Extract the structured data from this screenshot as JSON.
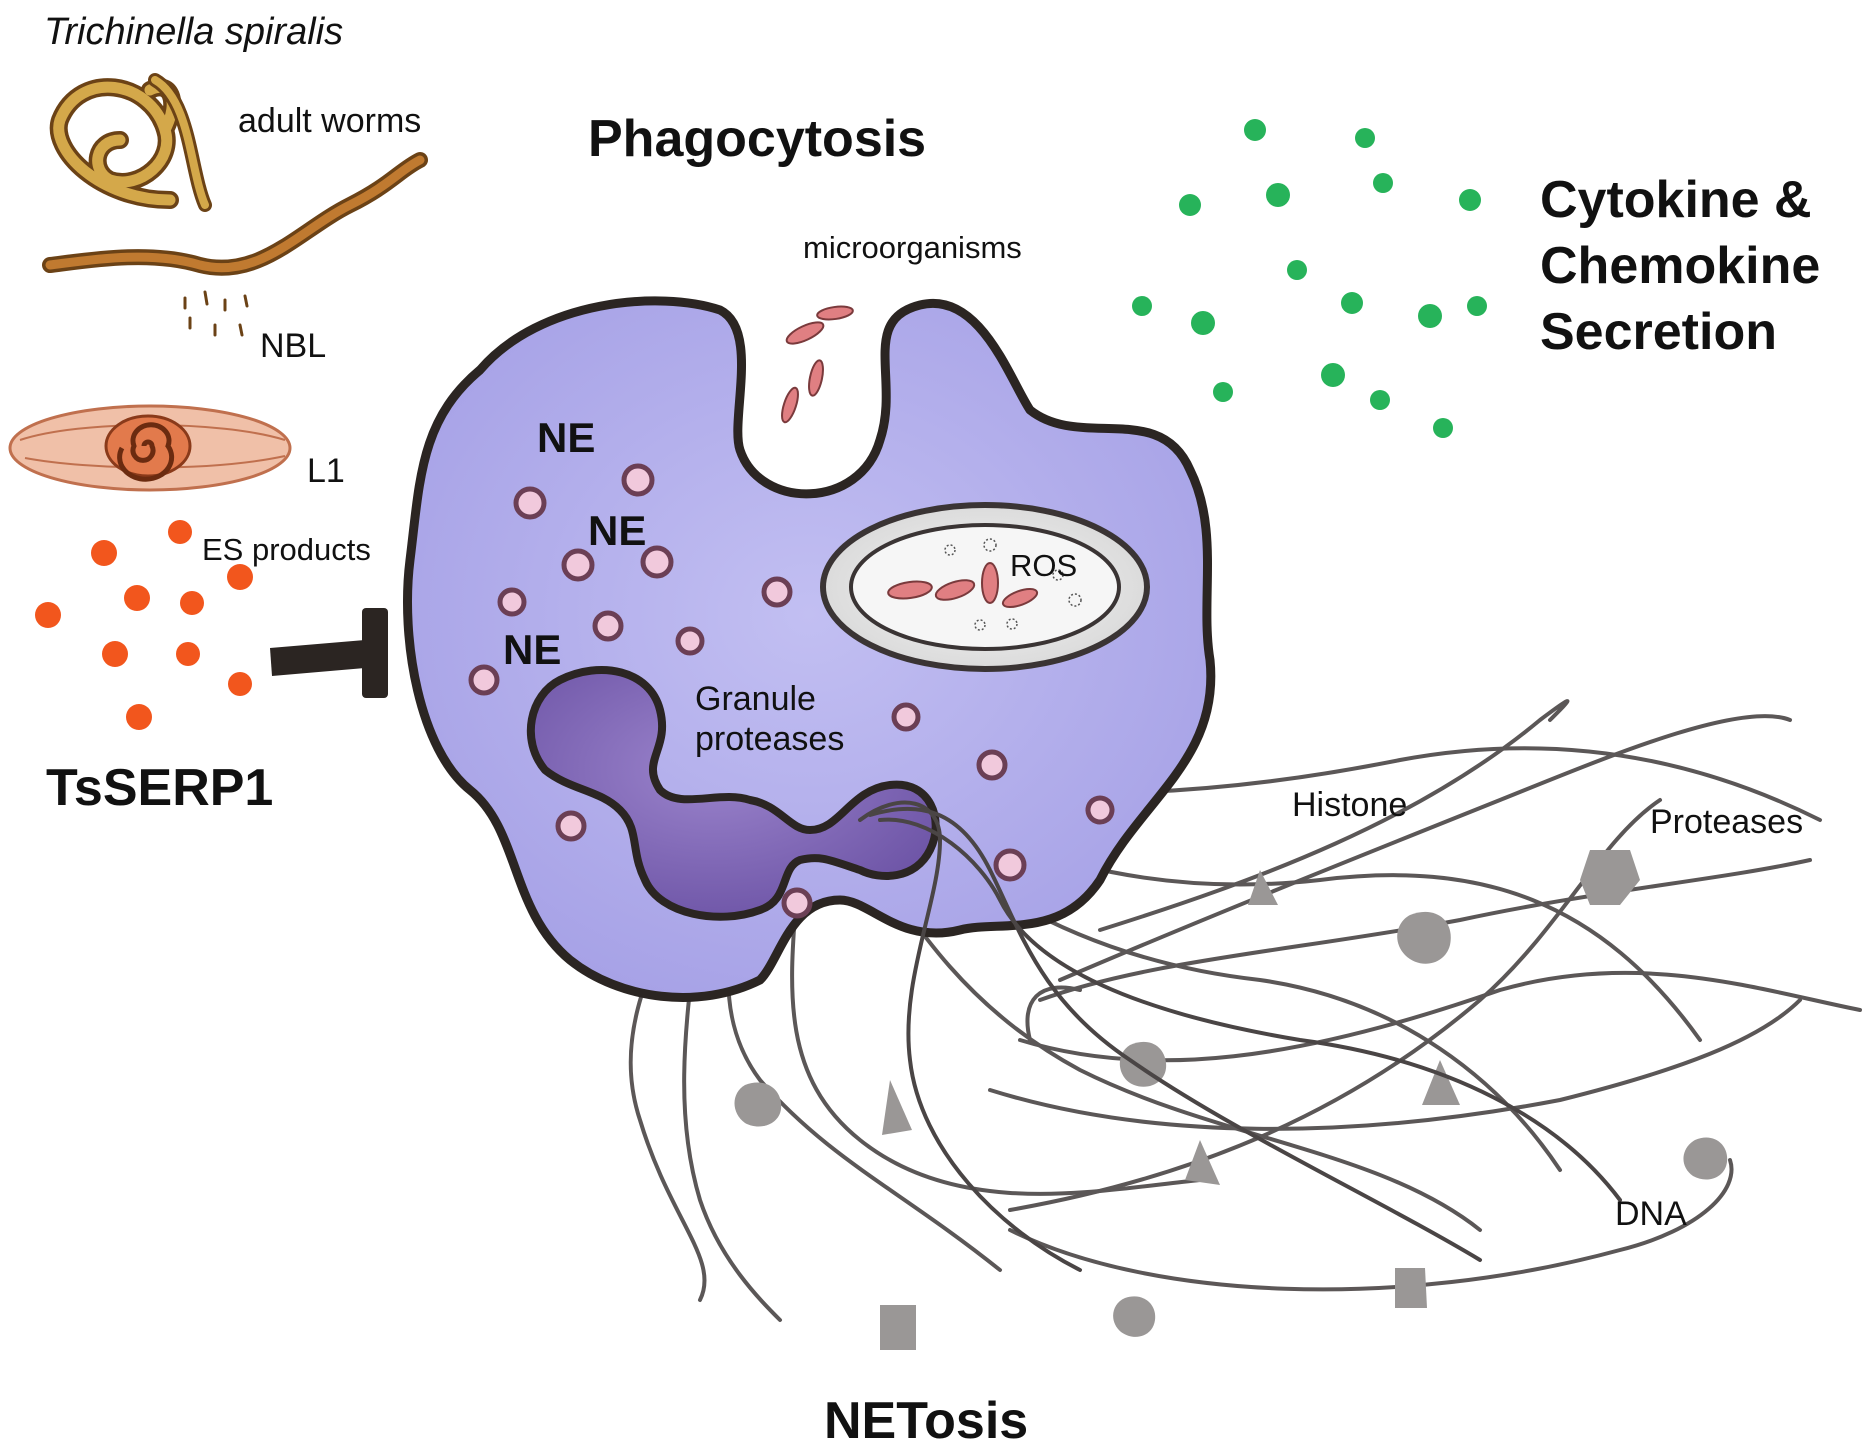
{
  "labels": {
    "organism": "Trichinella spiralis",
    "adult_worms": "adult worms",
    "nbl": "NBL",
    "l1": "L1",
    "es_products": "ES products",
    "inhibitor": "TsSERP1",
    "phagocytosis": "Phagocytosis",
    "microorganisms": "microorganisms",
    "ne": [
      "NE",
      "NE",
      "NE"
    ],
    "ros": "ROS",
    "granule_line1": "Granule",
    "granule_line2": "proteases",
    "cytokine_line1": "Cytokine &",
    "cytokine_line2": "Chemokine",
    "cytokine_line3": "Secretion",
    "histone": "Histone",
    "proteases": "Proteases",
    "dna": "DNA",
    "netosis": "NETosis"
  },
  "colors": {
    "cell_fill": "#aeaaea",
    "cell_outline": "#2b2522",
    "granule_fill": "#7c63b4",
    "ne_vesicle_fill": "#f1c9dc",
    "ne_vesicle_stroke": "#6b3f55",
    "microbe_fill": "#e07f82",
    "es_product": "#f2561d",
    "cytokine": "#27b35a",
    "net_fibers": "#4a4545",
    "histone_shapes": "#9a9796",
    "worm": "#c79a3a",
    "worm_outline": "#6b4216",
    "larva": "#e0886a",
    "inhibitor_bar": "#2b2522"
  },
  "icons": {
    "worm": "adult-worm-icon",
    "larva": "l1-larva-icon",
    "cell": "neutrophil-cell-icon",
    "inhibitor": "inhibition-bar-icon"
  }
}
